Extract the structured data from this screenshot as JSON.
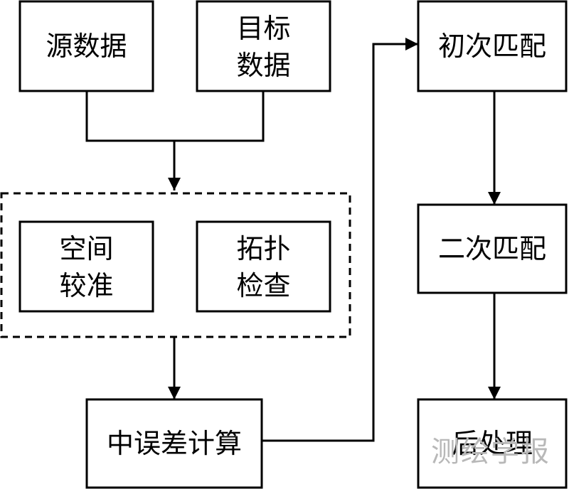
{
  "nodes": {
    "source_data": {
      "lines": [
        "源数据"
      ]
    },
    "target_data": {
      "lines": [
        "目标",
        "数据"
      ]
    },
    "spatial_check": {
      "lines": [
        "空间",
        "较准"
      ]
    },
    "topology_check": {
      "lines": [
        "拓扑",
        "检查"
      ]
    },
    "error_calc": {
      "lines": [
        "中误差计算"
      ]
    },
    "first_match": {
      "lines": [
        "初次匹配"
      ]
    },
    "second_match": {
      "lines": [
        "二次匹配"
      ]
    },
    "post_process": {
      "lines": [
        "后处理"
      ]
    }
  },
  "watermark": "测绘学报"
}
